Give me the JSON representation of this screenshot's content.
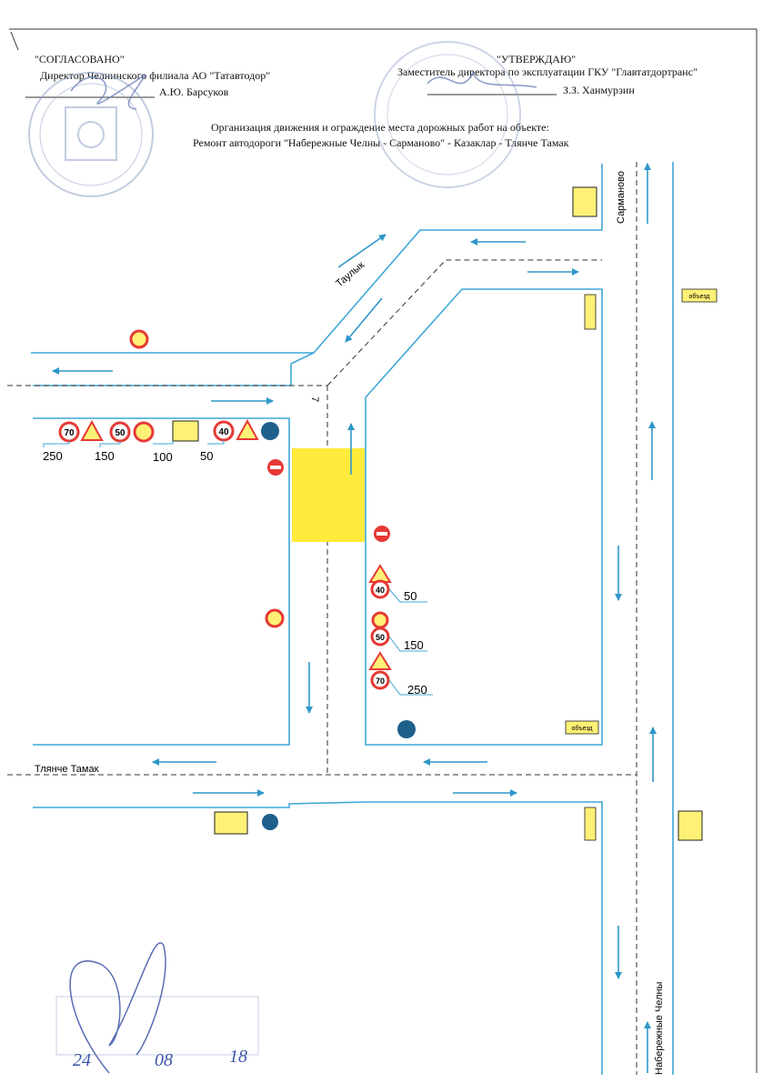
{
  "header": {
    "left_status": "\"СОГЛАСОВАНО\"",
    "left_position": "Директор Челнинского филиала АО \"Татавтодор\"",
    "left_name": "А.Ю. Барсуков",
    "right_status": "\"УТВЕРЖДАЮ\"",
    "right_position": "Заместитель директора по эксплуатации ГКУ \"Главтатдортранс\"",
    "right_name": "З.З. Ханмурзин"
  },
  "title": {
    "line1": "Организация движения и ограждение места дорожных работ на объекте:",
    "line2": "Ремонт автодороги \"Набережные Челны - Сарманово\" - Казаклар - Тлянче Тамак"
  },
  "streets": {
    "taulyk": "Таулык",
    "sarmanovo": "Сарманово",
    "tlyanche": "Тлянче Тамак",
    "chelny": "Набережные Челны"
  },
  "distances": {
    "left": [
      "250",
      "150",
      "100",
      "50"
    ],
    "right": [
      "50",
      "150",
      "250"
    ]
  },
  "signs": {
    "speed": [
      "70",
      "50",
      "40"
    ],
    "detour_label": "объезд",
    "mark_7": "7"
  },
  "footer": {
    "handwritten_date": [
      "24",
      "08",
      "18"
    ]
  },
  "colors": {
    "road": "#3fa7d6",
    "arrow": "#2f97c9",
    "work_zone": "#ffeb3b",
    "sign_red": "#e53935",
    "sign_yellow": "#fff176",
    "sign_blue": "#1e5f8c",
    "stamp": "#8fa3c8"
  }
}
